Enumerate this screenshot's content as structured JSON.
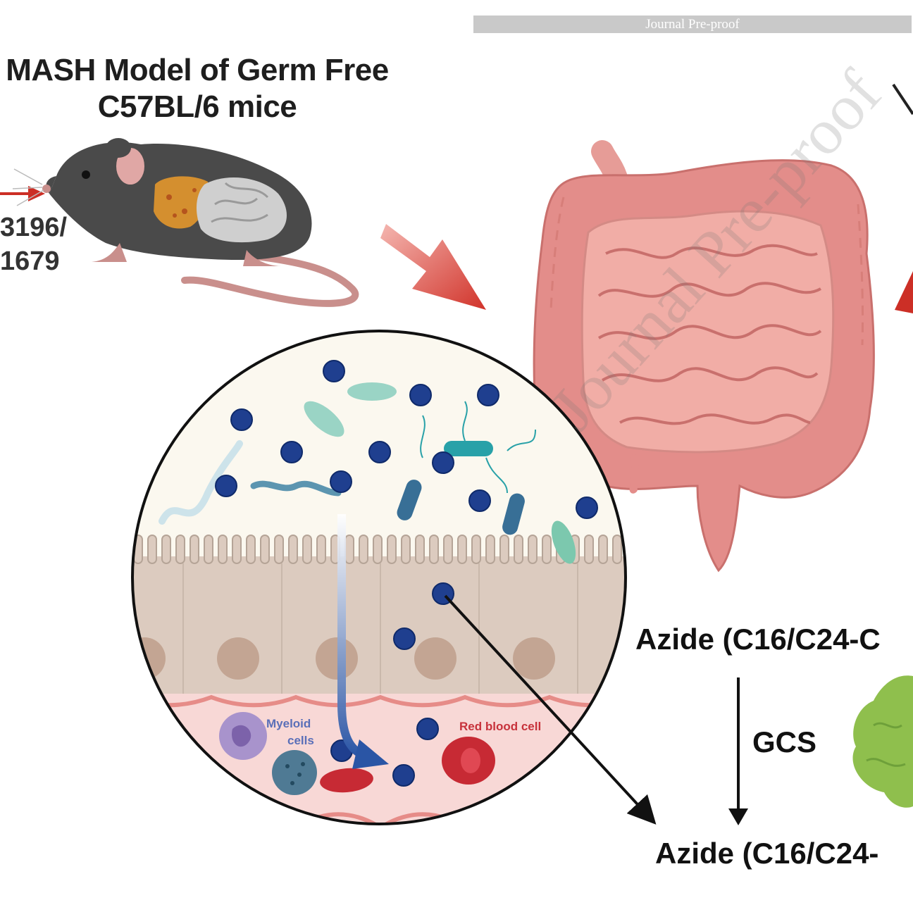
{
  "header": {
    "text": "Journal Pre-proof"
  },
  "title": {
    "line1": "MASH Model of Germ Free",
    "line2": "C57BL/6 mice"
  },
  "strains": {
    "top": "3196/",
    "bottom": "1679"
  },
  "circle_labels": {
    "myeloid_line1": "Myeloid",
    "myeloid_line2": "cells",
    "rbc": "Red blood cell"
  },
  "chemistry": {
    "substrate": "Azide (C16/C24-C",
    "enzyme": "GCS",
    "product": "Azide (C16/C24-"
  },
  "watermark": {
    "text": "Journal Pre-proof"
  },
  "colors": {
    "arrow_red": "#cc2f26",
    "intestine": "#e38d8a",
    "bead_blue": "#1f3f8f",
    "rbc_red": "#c72a34",
    "cytoplasm": "#dccbbf",
    "vessel": "#f8d8d6",
    "lumen": "#fbf8ef",
    "green_cell": "#8fbf4d"
  }
}
